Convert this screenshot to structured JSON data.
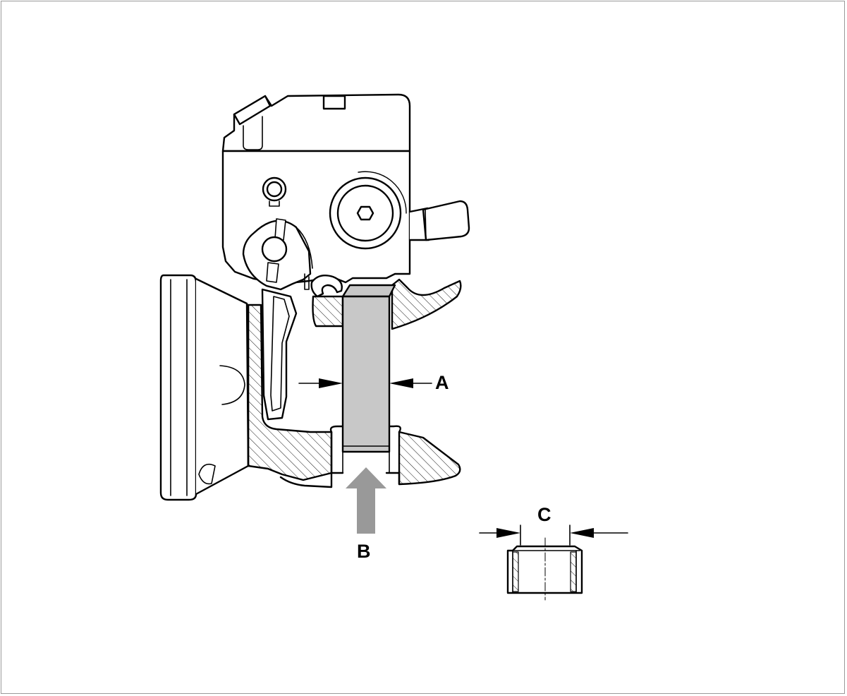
{
  "labels": {
    "a": "A",
    "b": "B",
    "c": "C"
  },
  "colors": {
    "line": "#000000",
    "hatch": "#000000",
    "pin_fill": "#c8c8c8",
    "arrow_fill": "#999999",
    "frame": "#9a9a9a",
    "background": "#ffffff"
  }
}
